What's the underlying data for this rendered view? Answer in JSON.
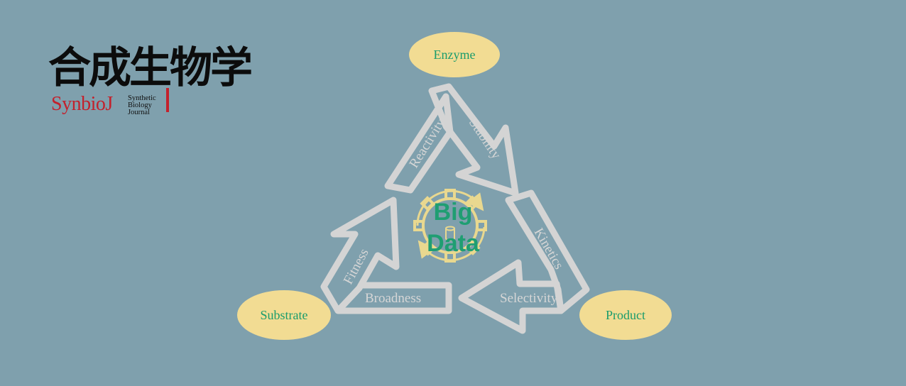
{
  "logo": {
    "cn": "合成生物学",
    "en": "SynbioJ",
    "sub": "Synthetic\nBiology\nJournal"
  },
  "nodes": {
    "enzyme": "Enzyme",
    "substrate": "Substrate",
    "product": "Product"
  },
  "arrows": {
    "reactivity": "Reactivity",
    "stability": "Stability",
    "kinetics": "Kinetics",
    "selectivity": "Selectivity",
    "broadness": "Broadness",
    "fitness": "Fitness"
  },
  "center": {
    "line1": "Big",
    "line2": "Data"
  },
  "colors": {
    "background": "#7fa0ad",
    "bubble": "#f2dc93",
    "bubble_text": "#1a9c6c",
    "arrow": "#d4d4d4",
    "center_text": "#1f9e72",
    "brand_red": "#c3212c"
  }
}
